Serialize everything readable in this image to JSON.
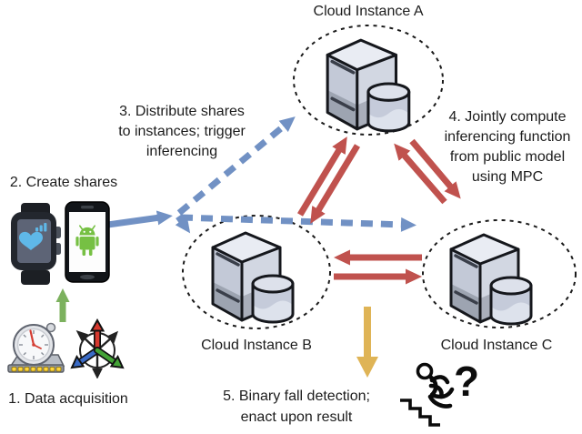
{
  "nodes": {
    "cloud_a": {
      "label": "Cloud Instance A"
    },
    "cloud_b": {
      "label": "Cloud Instance B"
    },
    "cloud_c": {
      "label": "Cloud Instance C"
    }
  },
  "steps": {
    "step1": "1. Data acquisition",
    "step2": "2. Create shares",
    "step3_lines": [
      "3. Distribute shares",
      "to instances; trigger",
      "inferencing"
    ],
    "step4_lines": [
      "4. Jointly compute",
      "inferencing function",
      "from public model",
      "using MPC"
    ],
    "step5_lines": [
      "5. Binary fall detection;",
      "enact upon result"
    ]
  },
  "fall": {
    "question_mark": "?"
  },
  "colors": {
    "arrow_blue": "#7191c4",
    "arrow_red": "#c0524e",
    "arrow_green": "#7cb15e",
    "arrow_yellow": "#dfb456",
    "outline": "#1a1a1a"
  },
  "icons": {
    "watch": "smartwatch-heart-icon",
    "phone": "android-phone-icon",
    "stopwatch": "stopwatch-sensor-icon",
    "axes": "accelerometer-axes-icon",
    "server": "server-database-icon",
    "fall": "falling-person-stairs-icon"
  },
  "edges": [
    {
      "id": "sensors-to-devices",
      "from": "sensors",
      "to": "devices",
      "style": "solid",
      "color": "green"
    },
    {
      "id": "devices-to-hub",
      "from": "devices",
      "to": "share-fanout",
      "style": "solid",
      "color": "blue"
    },
    {
      "id": "hub-to-a",
      "from": "share-fanout",
      "to": "cloud_a",
      "style": "dashed",
      "color": "blue"
    },
    {
      "id": "hub-to-b",
      "from": "share-fanout",
      "to": "cloud_b",
      "style": "dashed",
      "color": "blue"
    },
    {
      "id": "hub-to-c",
      "from": "share-fanout",
      "to": "cloud_c",
      "style": "dashed",
      "color": "blue"
    },
    {
      "id": "a-b",
      "from": "cloud_a",
      "to": "cloud_b",
      "style": "solid-pair",
      "color": "red",
      "bidirectional": true
    },
    {
      "id": "a-c",
      "from": "cloud_a",
      "to": "cloud_c",
      "style": "solid-pair",
      "color": "red",
      "bidirectional": true
    },
    {
      "id": "b-c",
      "from": "cloud_b",
      "to": "cloud_c",
      "style": "solid-pair",
      "color": "red",
      "bidirectional": true
    },
    {
      "id": "b-to-result",
      "from": "cloud_b",
      "to": "fall-detection",
      "style": "solid",
      "color": "yellow"
    }
  ]
}
